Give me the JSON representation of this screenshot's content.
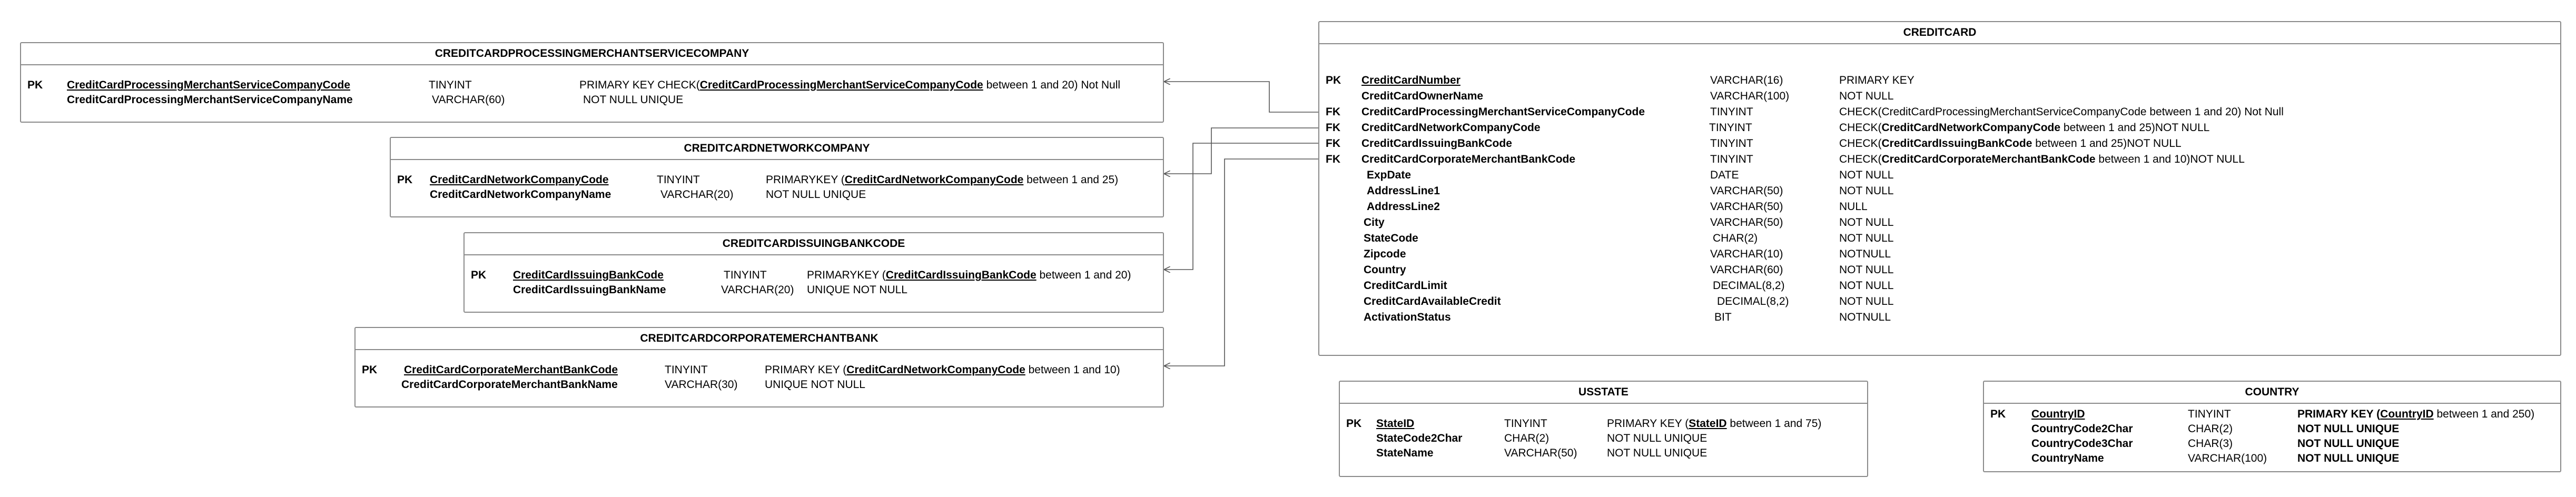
{
  "entities": {
    "ccpmsc": {
      "title": "CREDITCARDPROCESSINGMERCHANTSERVICECOMPANY",
      "rows": [
        {
          "key": "PK",
          "name": "CreditCardProcessingMerchantServiceCompanyCode",
          "type": "TINYINT",
          "c1": "PRIMARY KEY  CHECK(",
          "c2": "CreditCardProcessingMerchantServiceCompanyCode",
          "c3": "  between 1 and 20)  Not Null"
        },
        {
          "key": "",
          "name": "CreditCardProcessingMerchantServiceCompanyName",
          "type": "VARCHAR(60)",
          "c1": "NOT NULL UNIQUE",
          "c2": "",
          "c3": ""
        }
      ]
    },
    "ccnc": {
      "title": "CREDITCARDNETWORKCOMPANY",
      "rows": [
        {
          "key": "PK",
          "name": "CreditCardNetworkCompanyCode",
          "type": "TINYINT",
          "c1": "PRIMARYKEY (",
          "c2": "CreditCardNetworkCompanyCode",
          "c3": "  between 1 and 25)"
        },
        {
          "key": "",
          "name": "CreditCardNetworkCompanyName",
          "type": "VARCHAR(20)",
          "c1": "NOT NULL UNIQUE",
          "c2": "",
          "c3": ""
        }
      ]
    },
    "ccibc": {
      "title": "CREDITCARDISSUINGBANKCODE",
      "rows": [
        {
          "key": "PK",
          "name": "CreditCardIssuingBankCode",
          "type": "TINYINT",
          "c1": "PRIMARYKEY (",
          "c2": "CreditCardIssuingBankCode",
          "c3": "  between 1 and 20)"
        },
        {
          "key": "",
          "name": "CreditCardIssuingBankName",
          "type": "VARCHAR(20)",
          "c1": "UNIQUE NOT NULL",
          "c2": "",
          "c3": ""
        }
      ]
    },
    "cccmb": {
      "title": "CREDITCARDCORPORATEMERCHANTBANK",
      "rows": [
        {
          "key": "PK",
          "name": "CreditCardCorporateMerchantBankCode",
          "type": "TINYINT",
          "c1": "PRIMARY KEY (",
          "c2": "CreditCardNetworkCompanyCode",
          "c3": "  between 1 and 10)"
        },
        {
          "key": "",
          "name": "CreditCardCorporateMerchantBankName",
          "type": "VARCHAR(30)",
          "c1": "UNIQUE NOT NULL",
          "c2": "",
          "c3": ""
        }
      ]
    },
    "creditcard": {
      "title": "CREDITCARD",
      "rows": [
        {
          "key": "PK",
          "name": "CreditCardNumber",
          "type": "VARCHAR(16)",
          "c1": "PRIMARY KEY",
          "c2": "",
          "c3": "",
          "c4": ""
        },
        {
          "key": "",
          "name": "CreditCardOwnerName",
          "type": "VARCHAR(100)",
          "c1": "NOT NULL",
          "c2": "",
          "c3": "",
          "c4": ""
        },
        {
          "key": "FK",
          "name": "CreditCardProcessingMerchantServiceCompanyCode",
          "type": "TINYINT",
          "c1": "CHECK(CreditCardProcessingMerchantServiceCompanyCode between 1 and 20)  Not Null",
          "c2": "",
          "c3": "",
          "c4": ""
        },
        {
          "key": "FK",
          "name": "CreditCardNetworkCompanyCode",
          "type": "TINYINT",
          "c1": "CHECK(",
          "c2": "CreditCardNetworkCompanyCode",
          "c3": "  between 1 and 25)",
          "c4": "NOT NULL"
        },
        {
          "key": "FK",
          "name": "CreditCardIssuingBankCode",
          "type": "TINYINT",
          "c1": "CHECK(",
          "c2": "CreditCardIssuingBankCode",
          "c3": "  between 1 and 25)",
          "c4": "NOT NULL"
        },
        {
          "key": "FK",
          "name": "CreditCardCorporateMerchantBankCode",
          "type": "TINYINT",
          "c1": "CHECK(",
          "c2": "CreditCardCorporateMerchantBankCode",
          "c3": " between 1 and 10)",
          "c4": "NOT NULL"
        },
        {
          "key": "",
          "name": "ExpDate",
          "type": "DATE",
          "c1": "NOT NULL",
          "c2": "",
          "c3": "",
          "c4": ""
        },
        {
          "key": "",
          "name": "AddressLine1",
          "type": "VARCHAR(50)",
          "c1": "NOT NULL",
          "c2": "",
          "c3": "",
          "c4": ""
        },
        {
          "key": "",
          "name": "AddressLine2",
          "type": "VARCHAR(50)",
          "c1": "NULL",
          "c2": "",
          "c3": "",
          "c4": ""
        },
        {
          "key": "",
          "name": "City",
          "type": "VARCHAR(50)",
          "c1": "NOT NULL",
          "c2": "",
          "c3": "",
          "c4": ""
        },
        {
          "key": "",
          "name": "StateCode",
          "type": "CHAR(2)",
          "c1": "NOT NULL",
          "c2": "",
          "c3": "",
          "c4": ""
        },
        {
          "key": "",
          "name": "Zipcode",
          "type": "VARCHAR(10)",
          "c1": "NOTNULL",
          "c2": "",
          "c3": "",
          "c4": ""
        },
        {
          "key": "",
          "name": "Country",
          "type": "VARCHAR(60)",
          "c1": "NOT NULL",
          "c2": "",
          "c3": "",
          "c4": ""
        },
        {
          "key": "",
          "name": "CreditCardLimit",
          "type": "DECIMAL(8,2)",
          "c1": "NOT NULL",
          "c2": "",
          "c3": "",
          "c4": ""
        },
        {
          "key": "",
          "name": "CreditCardAvailableCredit",
          "type": "DECIMAL(8,2)",
          "c1": "NOT NULL",
          "c2": "",
          "c3": "",
          "c4": ""
        },
        {
          "key": "",
          "name": "ActivationStatus",
          "type": "BIT",
          "c1": "NOTNULL",
          "c2": "",
          "c3": "",
          "c4": ""
        }
      ]
    },
    "usstate": {
      "title": "USSTATE",
      "rows": [
        {
          "key": "PK",
          "name": "StateID",
          "type": "TINYINT",
          "c1": "PRIMARY KEY (",
          "c2": "StateID",
          "c3": "  between 1 and 75)"
        },
        {
          "key": "",
          "name": "StateCode2Char",
          "type": "CHAR(2)",
          "c1": "NOT NULL UNIQUE",
          "c2": "",
          "c3": ""
        },
        {
          "key": "",
          "name": "StateName",
          "type": "VARCHAR(50)",
          "c1": "NOT NULL UNIQUE",
          "c2": "",
          "c3": ""
        }
      ]
    },
    "country": {
      "title": "COUNTRY",
      "rows": [
        {
          "key": "PK",
          "name": "CountryID",
          "type": "TINYINT",
          "c1": "PRIMARY KEY (",
          "c2": "CountryID",
          "c3": "  between 1 and 250)"
        },
        {
          "key": "",
          "name": "CountryCode2Char",
          "type": "CHAR(2)",
          "c1": "NOT NULL UNIQUE",
          "c2": "",
          "c3": ""
        },
        {
          "key": "",
          "name": "CountryCode3Char",
          "type": "CHAR(3)",
          "c1": "NOT NULL UNIQUE",
          "c2": "",
          "c3": ""
        },
        {
          "key": "",
          "name": "CountryName",
          "type": "VARCHAR(100)",
          "c1": "NOT NULL UNIQUE",
          "c2": "",
          "c3": ""
        }
      ]
    }
  }
}
